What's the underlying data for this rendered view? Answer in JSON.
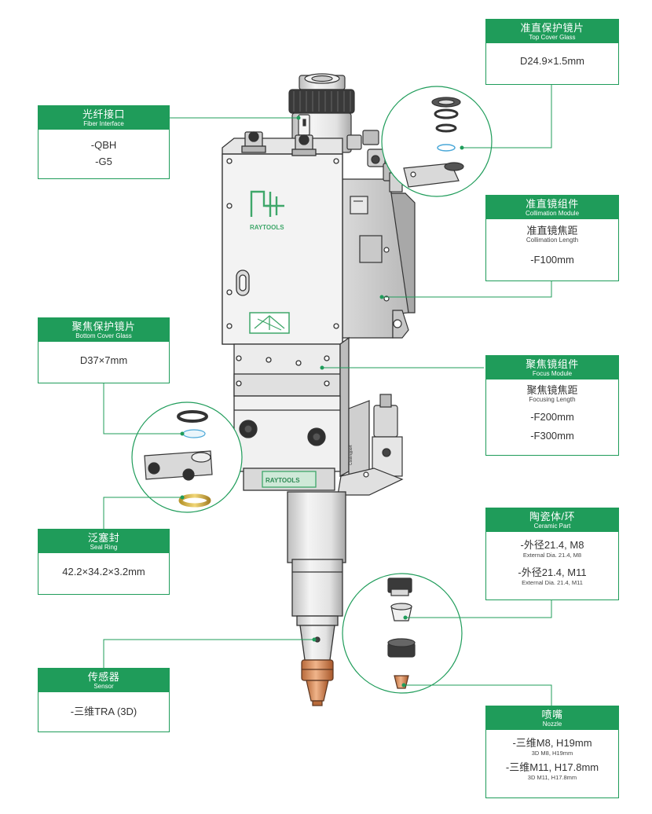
{
  "colors": {
    "accent": "#1f9c5a",
    "line": "#1f9c5a",
    "text": "#333333"
  },
  "brand": {
    "logo_text": "RAYTOOLS",
    "plate_text": "RAYTOOLS",
    "side_text": "Coolingport"
  },
  "top_cover": {
    "title_zh": "准直保护镜片",
    "title_en": "Top Cover Glass",
    "value": "D24.9×1.5mm"
  },
  "fiber": {
    "title_zh": "光纤接口",
    "title_en": "Fiber Interface",
    "values": [
      "-QBH",
      "-G5"
    ]
  },
  "collimation": {
    "title_zh": "准直镜组件",
    "title_en": "Collimation Module",
    "sub_zh": "准直镜焦距",
    "sub_en": "Collimation Length",
    "value": "-F100mm"
  },
  "bottom_cover": {
    "title_zh": "聚焦保护镜片",
    "title_en": "Bottom Cover Glass",
    "value": "D37×7mm"
  },
  "focus": {
    "title_zh": "聚焦镜组件",
    "title_en": "Focus Module",
    "sub_zh": "聚焦镜焦距",
    "sub_en": "Focusing Length",
    "values": [
      "-F200mm",
      "-F300mm"
    ]
  },
  "seal": {
    "title_zh": "泛塞封",
    "title_en": "Seal Ring",
    "value": "42.2×34.2×3.2mm"
  },
  "ceramic": {
    "title_zh": "陶瓷体/环",
    "title_en": "Ceramic Part",
    "items": [
      {
        "zh": "-外径21.4, M8",
        "en": "External Dia. 21.4, M8"
      },
      {
        "zh": "-外径21.4, M11",
        "en": "External Dia. 21.4, M11"
      }
    ]
  },
  "sensor": {
    "title_zh": "传感器",
    "title_en": "Sensor",
    "value": "-三维TRA (3D)"
  },
  "nozzle": {
    "title_zh": "喷嘴",
    "title_en": "Nozzle",
    "items": [
      {
        "zh": "-三维M8, H19mm",
        "en": "3D M8, H19mm"
      },
      {
        "zh": "-三维M11, H17.8mm",
        "en": "3D M11, H17.8mm"
      }
    ]
  }
}
